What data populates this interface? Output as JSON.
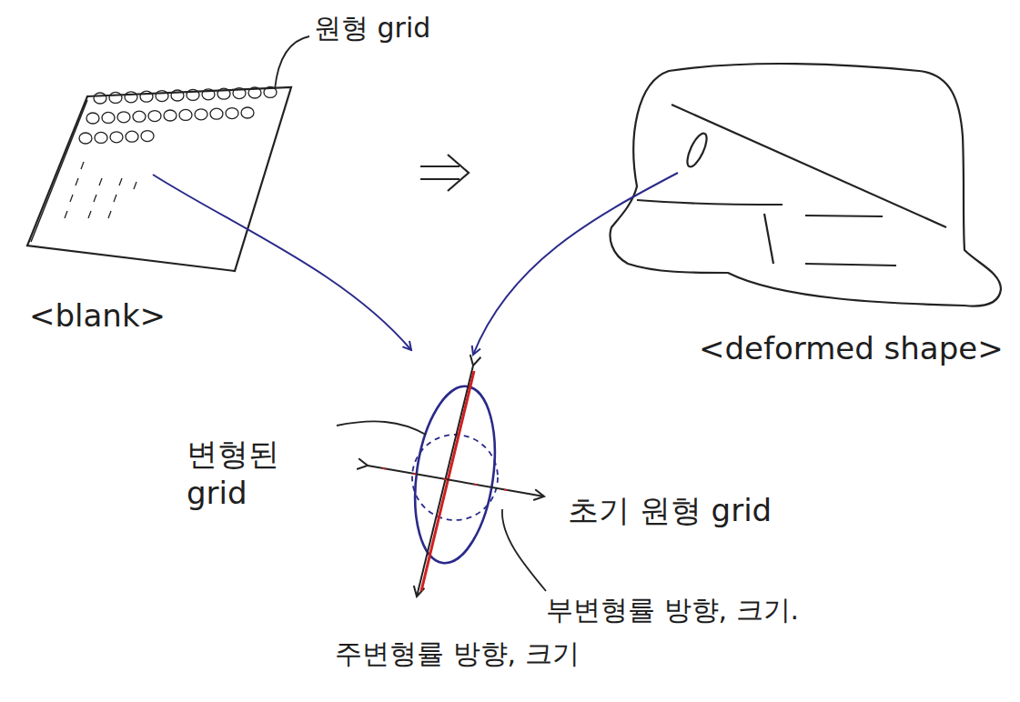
{
  "diagram": {
    "labels": [
      "원형 grid",
      "<blank>",
      "<deformed shape>",
      "변형된 grid",
      "초기 원형 grid",
      "부변형률 방향, 크기.",
      "주변형률 방향, 크기"
    ]
  }
}
